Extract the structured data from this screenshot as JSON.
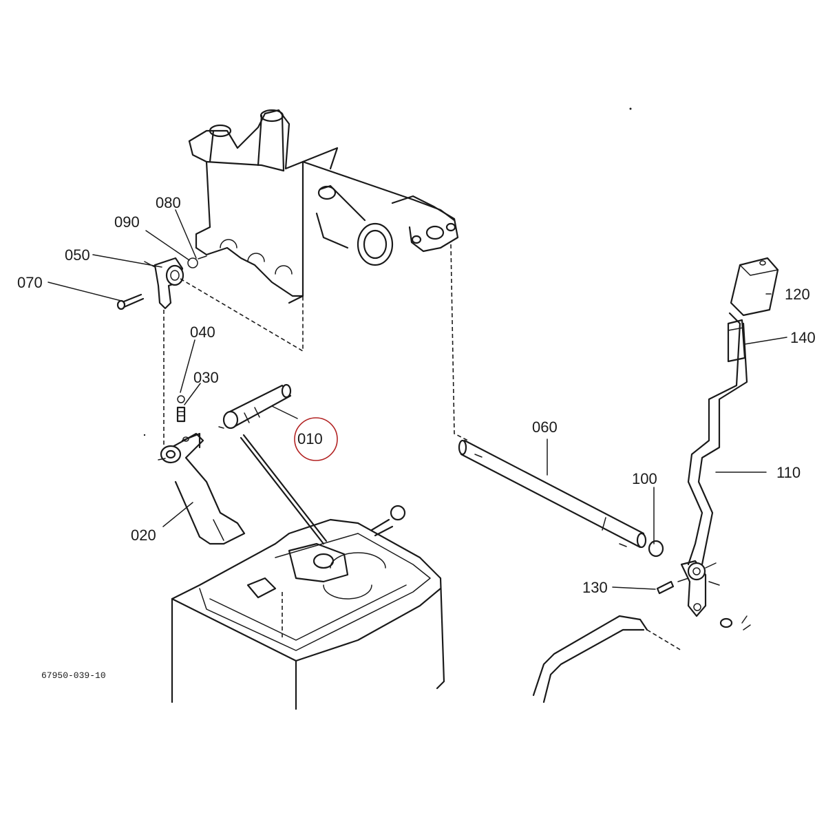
{
  "diagram": {
    "drawing_code": "67950-039-10",
    "highlight_color": "#b22222",
    "highlighted_part": "010",
    "parts": [
      {
        "id": "p010",
        "label": "010"
      },
      {
        "id": "p020",
        "label": "020"
      },
      {
        "id": "p030",
        "label": "030"
      },
      {
        "id": "p040",
        "label": "040"
      },
      {
        "id": "p050",
        "label": "050"
      },
      {
        "id": "p060",
        "label": "060"
      },
      {
        "id": "p070",
        "label": "070"
      },
      {
        "id": "p080",
        "label": "080"
      },
      {
        "id": "p090",
        "label": "090"
      },
      {
        "id": "p100",
        "label": "100"
      },
      {
        "id": "p110",
        "label": "110"
      },
      {
        "id": "p120",
        "label": "120"
      },
      {
        "id": "p130",
        "label": "130"
      },
      {
        "id": "p140",
        "label": "140"
      }
    ]
  }
}
